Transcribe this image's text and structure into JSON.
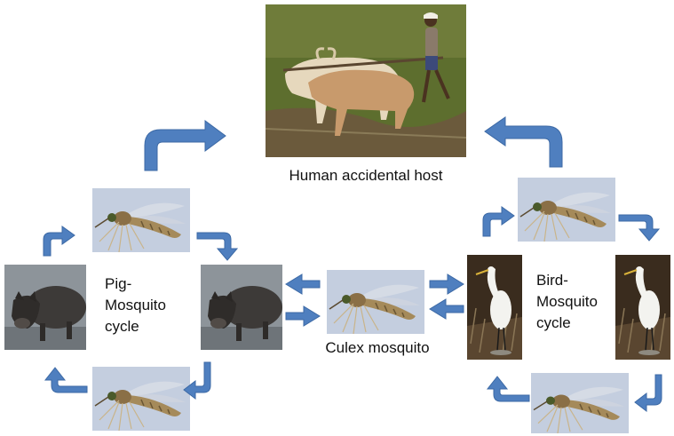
{
  "labels": {
    "human_host": "Human accidental host",
    "pig_cycle": "Pig-\nMosquito\ncycle",
    "bird_cycle": "Bird-\nMosquito\ncycle",
    "culex": "Culex mosquito"
  },
  "colors": {
    "arrow": "#4f7fbf",
    "arrow_edge": "#3c69a5",
    "mosquito_bg": "#b8c4d8",
    "pig_body": "#3d3a38",
    "egret_bg": "#3a2c1e",
    "field": "#5d6e2e"
  },
  "images": {
    "human": "ox-plough-farmer-photo",
    "mosquito": "culex-mosquito-photo",
    "pig": "pig-photo",
    "egret": "egret-bird-photo"
  }
}
